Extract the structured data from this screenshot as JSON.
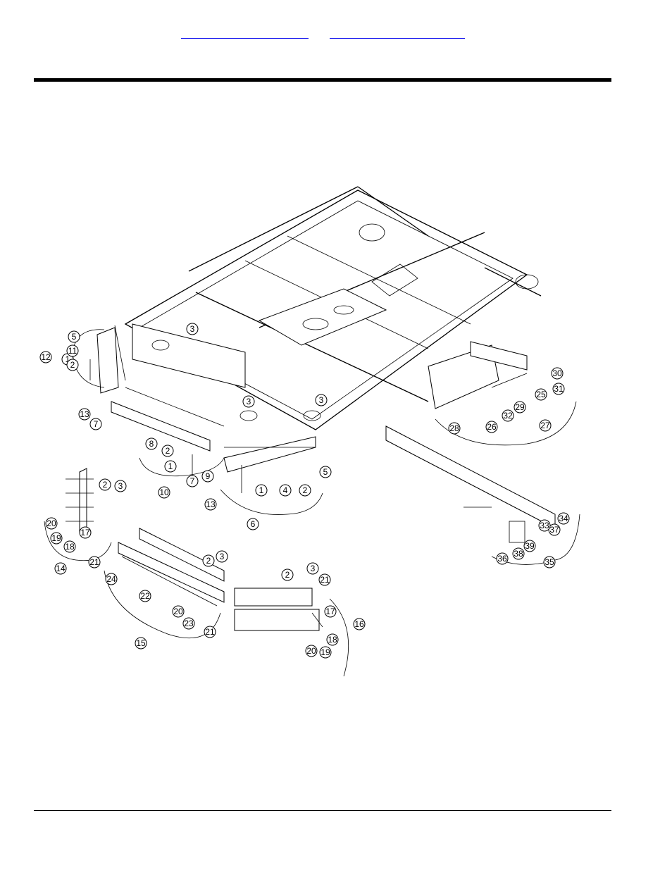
{
  "header": {
    "link_a": "",
    "link_b": ""
  },
  "callouts": [
    {
      "n": "1"
    },
    {
      "n": "2"
    },
    {
      "n": "3"
    },
    {
      "n": "4"
    },
    {
      "n": "5"
    },
    {
      "n": "6"
    },
    {
      "n": "7"
    },
    {
      "n": "8"
    },
    {
      "n": "9"
    },
    {
      "n": "10"
    },
    {
      "n": "11"
    },
    {
      "n": "12"
    },
    {
      "n": "13"
    },
    {
      "n": "14"
    },
    {
      "n": "15"
    },
    {
      "n": "16"
    },
    {
      "n": "17"
    },
    {
      "n": "18"
    },
    {
      "n": "19"
    },
    {
      "n": "20"
    },
    {
      "n": "21"
    },
    {
      "n": "22"
    },
    {
      "n": "23"
    },
    {
      "n": "24"
    },
    {
      "n": "25"
    },
    {
      "n": "26"
    },
    {
      "n": "27"
    },
    {
      "n": "28"
    },
    {
      "n": "29"
    },
    {
      "n": "30"
    },
    {
      "n": "31"
    },
    {
      "n": "32"
    },
    {
      "n": "33"
    },
    {
      "n": "34"
    },
    {
      "n": "35"
    },
    {
      "n": "36"
    },
    {
      "n": "37"
    },
    {
      "n": "38"
    },
    {
      "n": "39"
    }
  ],
  "colors": {
    "link": "#1a1aee",
    "ink": "#000000",
    "paper": "#ffffff"
  }
}
